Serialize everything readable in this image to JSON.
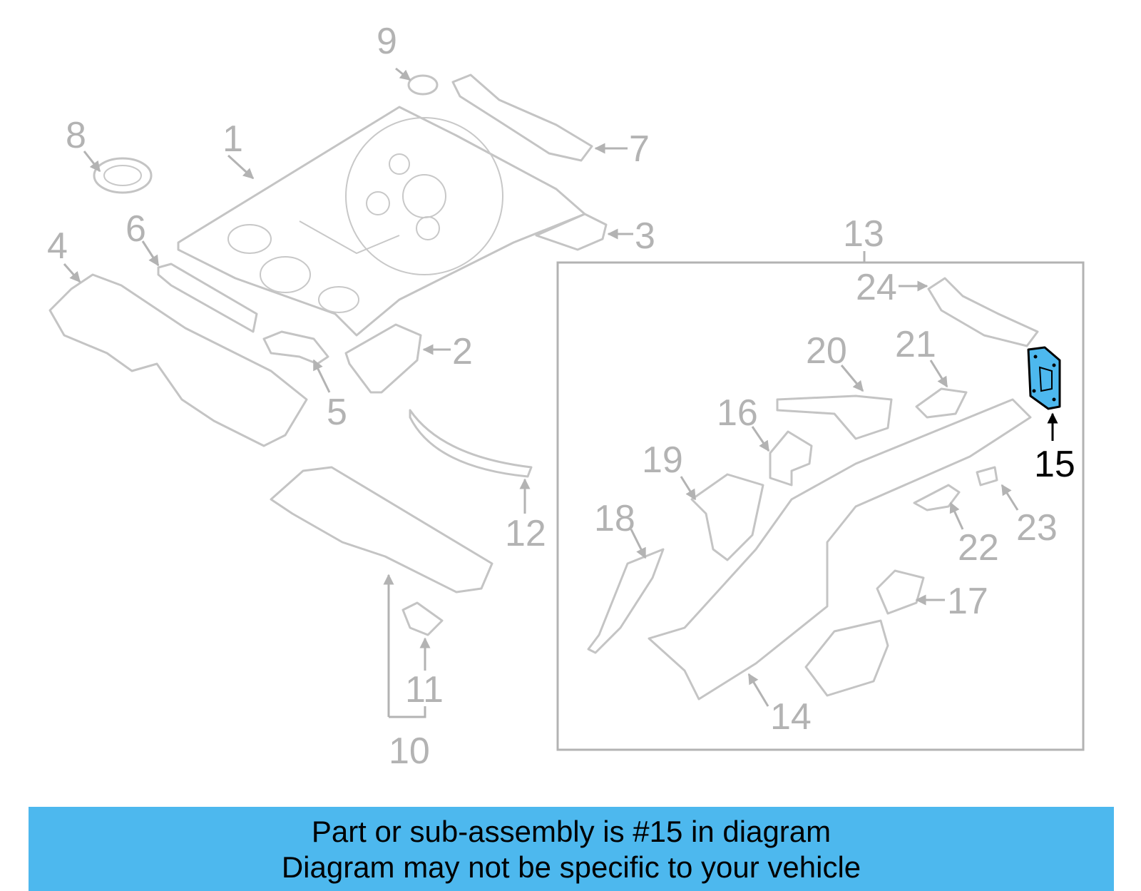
{
  "diagram": {
    "highlighted_part": "15",
    "labels": {
      "l1": "1",
      "l2": "2",
      "l3": "3",
      "l4": "4",
      "l5": "5",
      "l6": "6",
      "l7": "7",
      "l8": "8",
      "l9": "9",
      "l10": "10",
      "l11": "11",
      "l12": "12",
      "l13": "13",
      "l14": "14",
      "l15": "15",
      "l16": "16",
      "l17": "17",
      "l18": "18",
      "l19": "19",
      "l20": "20",
      "l21": "21",
      "l22": "22",
      "l23": "23",
      "l24": "24"
    },
    "colors": {
      "part_outline": "#c4c4c4",
      "label_gray": "#b3b3b3",
      "highlight_fill": "#4db8ee",
      "highlight_stroke": "#000000"
    }
  },
  "banner": {
    "line1": "Part or sub-assembly is #15 in diagram",
    "line2": "Diagram may not be specific to your vehicle",
    "background": "#4db8ee"
  }
}
